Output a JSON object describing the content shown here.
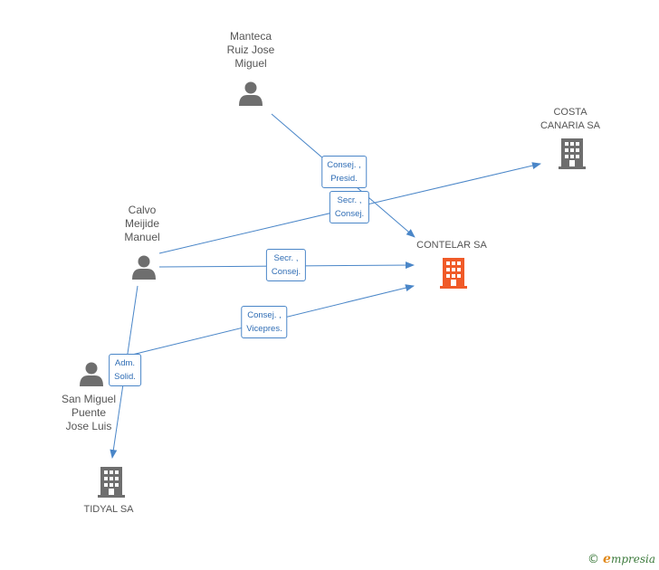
{
  "colors": {
    "edge": "#4a86c8",
    "person": "#6e6e6e",
    "company": "#6e6e6e",
    "focus_company": "#f05a28"
  },
  "nodes": {
    "manteca": {
      "label_lines": [
        "Manteca",
        "Ruiz Jose",
        "Miguel"
      ]
    },
    "calvo": {
      "label_lines": [
        "Calvo",
        "Meijide",
        "Manuel"
      ]
    },
    "sanmiguel": {
      "label_lines": [
        "San Miguel",
        "Puente",
        "Jose Luis"
      ]
    },
    "costa": {
      "label_lines": [
        "COSTA",
        "CANARIA SA"
      ]
    },
    "contelar": {
      "label_lines": [
        "CONTELAR SA"
      ]
    },
    "tidyal": {
      "label_lines": [
        "TIDYAL SA"
      ]
    }
  },
  "edges": {
    "manteca_contelar": [
      "Consej. ,",
      "Presid."
    ],
    "calvo_costa": [
      "Secr. ,",
      "Consej."
    ],
    "calvo_contelar": [
      "Secr. ,",
      "Consej."
    ],
    "sanmiguel_contelar": [
      "Consej. ,",
      "Vicepres."
    ],
    "calvo_tidyal": [
      "Adm.",
      "Solid."
    ]
  },
  "brand": {
    "copyright": "©",
    "initial": "e",
    "name": "mpresia"
  }
}
